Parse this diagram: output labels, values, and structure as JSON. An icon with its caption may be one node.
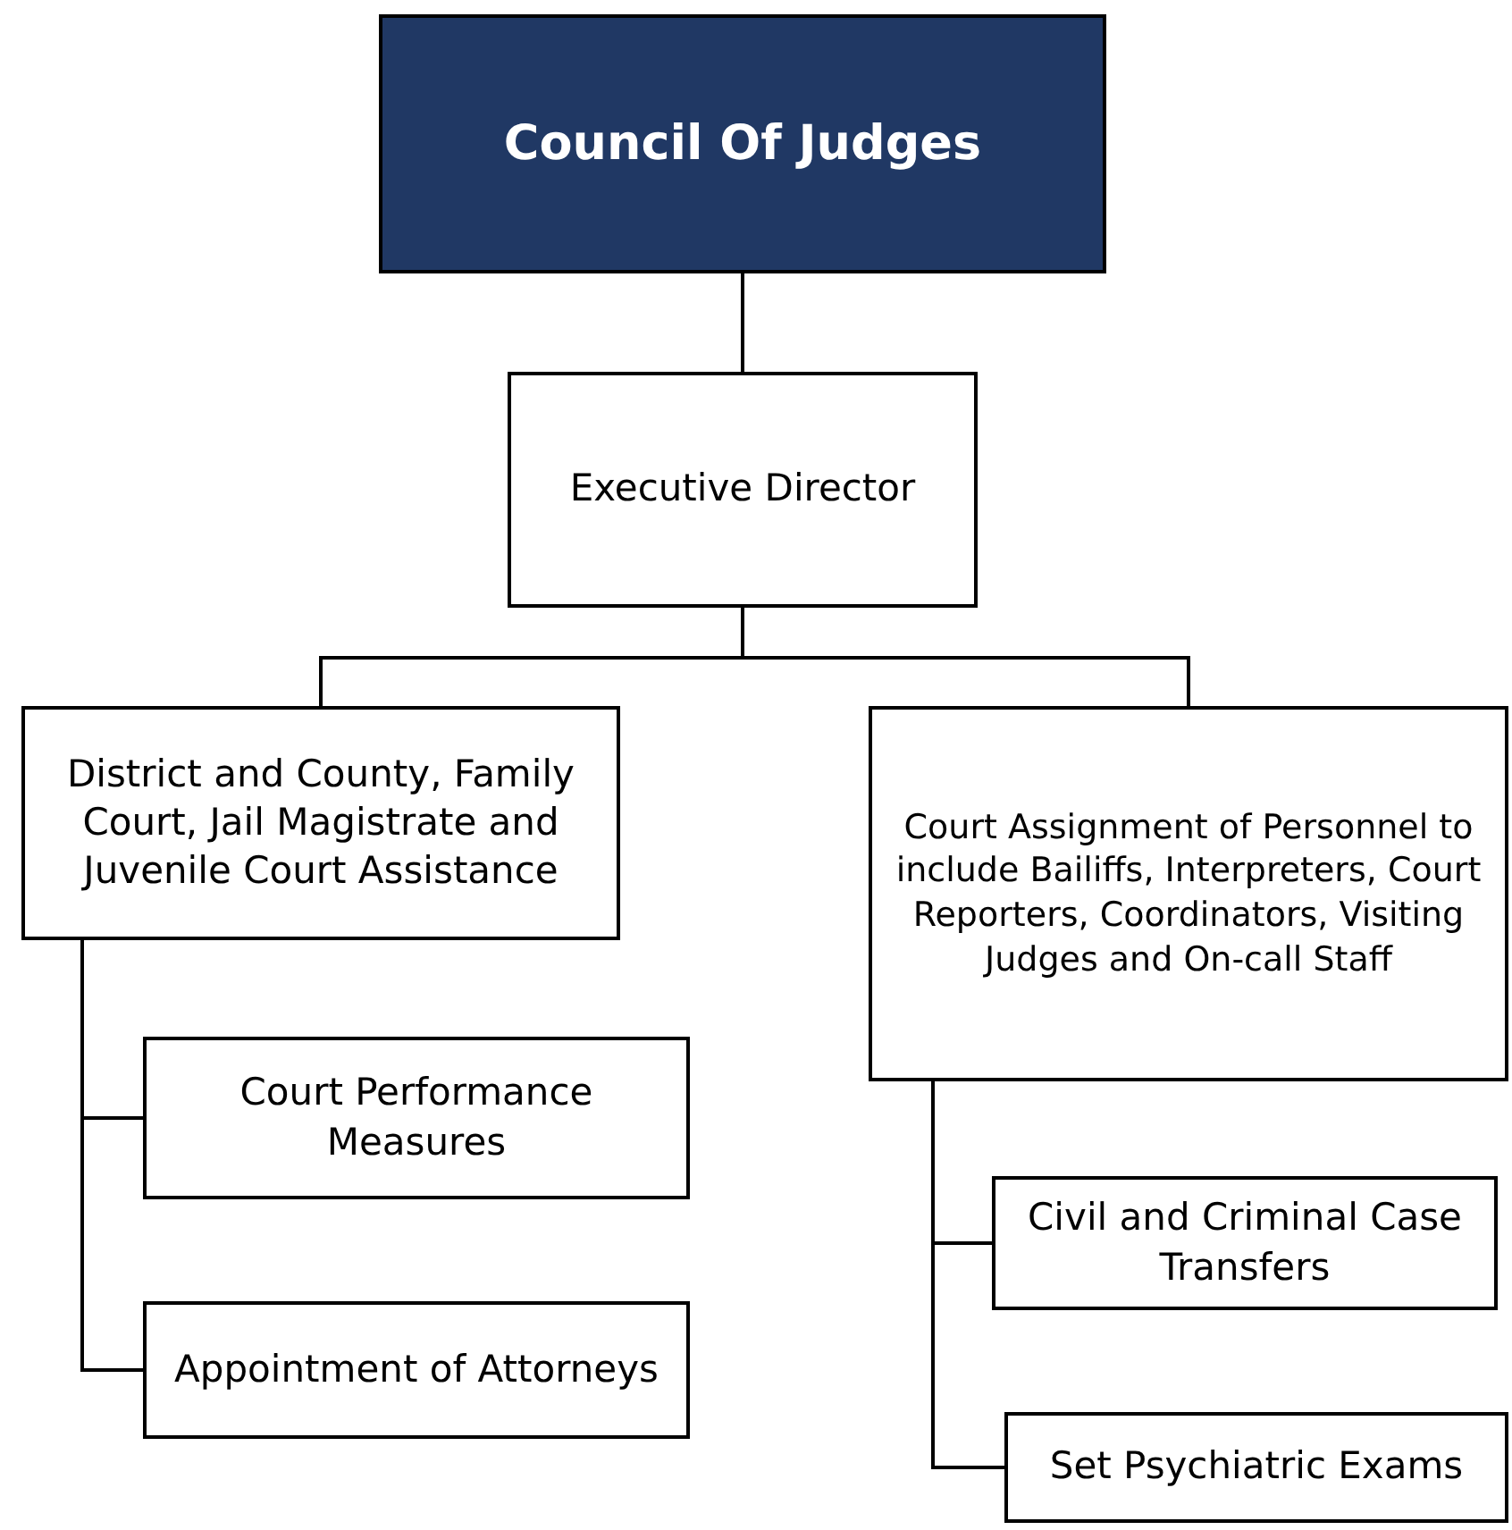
{
  "diagram": {
    "nodes": [
      {
        "text": [
          "Council Of Judges"
        ]
      },
      {
        "text": [
          "Executive Director"
        ]
      },
      {
        "text": [
          "District and County, Family Court, Jail Magistrate and Juvenile Court Assistance"
        ]
      },
      {
        "text": [
          "Court Assignment of Personnel to include Bailiffs, Interpreters, Court Reporters, Coordinators, Visiting Judges and On-call Staff"
        ]
      },
      {
        "text": [
          "Court Performance Measures"
        ]
      },
      {
        "text": [
          "Appointment of Attorneys"
        ]
      },
      {
        "text": [
          "Civil and Criminal Case Transfers"
        ]
      },
      {
        "text": [
          "Set Psychiatric Exams"
        ]
      }
    ],
    "edges": [
      {
        "from": 0,
        "to": 1,
        "arrow": "none"
      },
      {
        "from": 1,
        "to": 2,
        "arrow": "none"
      },
      {
        "from": 1,
        "to": 3,
        "arrow": "none"
      },
      {
        "from": 2,
        "to": 4,
        "arrow": "none"
      },
      {
        "from": 2,
        "to": 5,
        "arrow": "none"
      },
      {
        "from": 3,
        "to": 6,
        "arrow": "none"
      },
      {
        "from": 3,
        "to": 7,
        "arrow": "none"
      }
    ]
  }
}
